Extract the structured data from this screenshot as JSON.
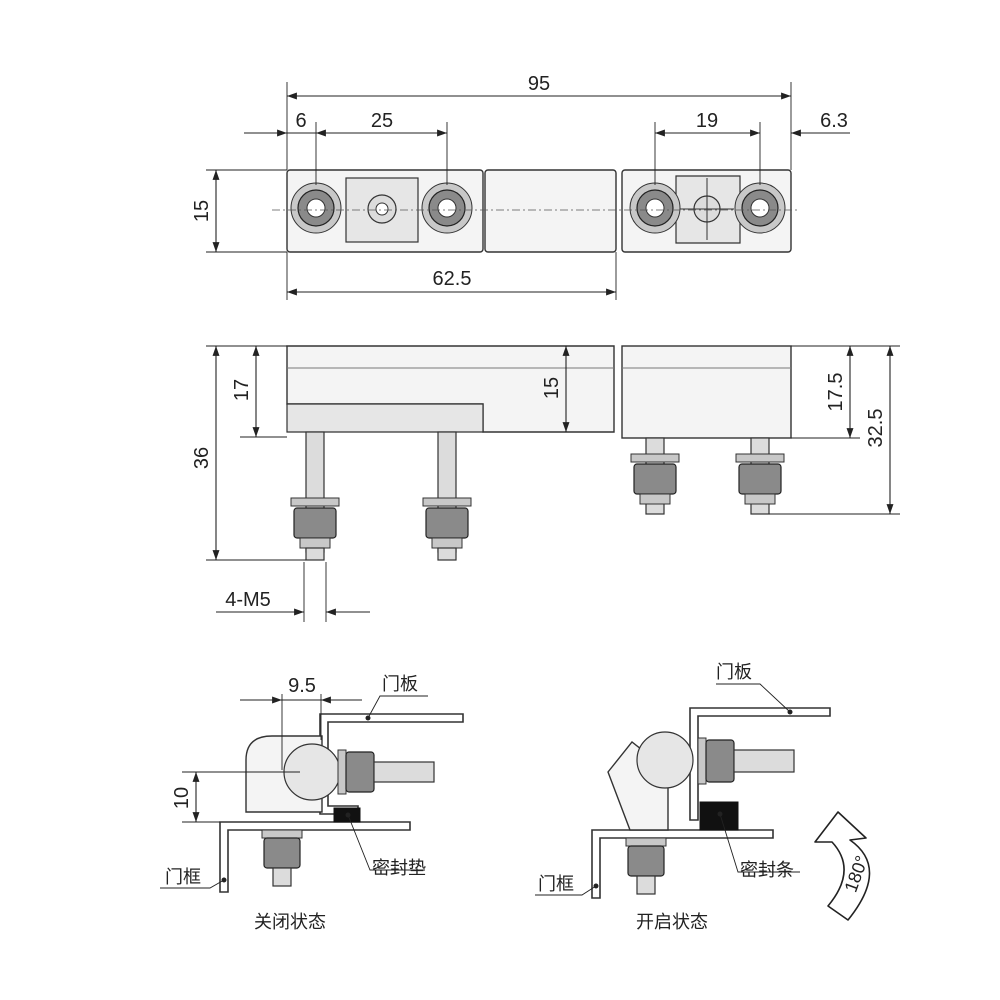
{
  "dimensions": {
    "top_view": {
      "overall_length": "95",
      "left_edge": "6",
      "left_spacing": "25",
      "right_spacing": "19",
      "right_edge": "6.3",
      "height": "15",
      "left_length": "62.5"
    },
    "side_view": {
      "left_total": "36",
      "left_body": "17",
      "middle_body": "15",
      "right_body": "17.5",
      "right_total": "32.5",
      "thread": "4-M5"
    },
    "closed_view": {
      "offset": "9.5",
      "height": "10"
    },
    "open_view": {
      "angle": "180°"
    }
  },
  "labels": {
    "door_panel_closed": "门板",
    "door_panel_open": "门板",
    "door_frame_closed": "门框",
    "door_frame_open": "门框",
    "seal_pad": "密封垫",
    "seal_strip": "密封条",
    "closed_state": "关闭状态",
    "open_state": "开启状态"
  }
}
